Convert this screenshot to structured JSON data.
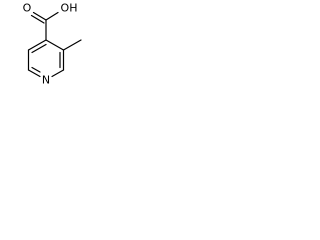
{
  "molecule": {
    "atoms": {
      "carbonyl_oxygen": "O",
      "hydroxyl_group": "OH",
      "ring_nitrogen": "N"
    },
    "colors": {
      "ink": "#000000",
      "background": "#ffffff"
    }
  }
}
